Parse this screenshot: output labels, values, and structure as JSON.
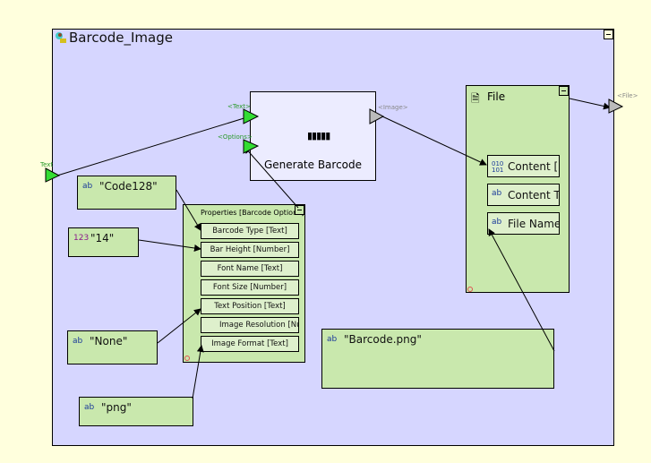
{
  "workflow": {
    "title": "Barcode_Image",
    "input_port": "Text",
    "output_port": "<File>"
  },
  "generate_node": {
    "label": "Generate Barcode",
    "icon": "barcode-icon",
    "inputs": [
      "<Text>",
      "<Options>"
    ],
    "output": "<Image>"
  },
  "properties_node": {
    "title": "Properties [Barcode Options]",
    "fields": [
      "Barcode Type [Text]",
      "Bar Height [Number]",
      "Font Name [Text]",
      "Font Size [Number]",
      "Text Position [Text]",
      "Image Resolution [Number]",
      "Image Format [Text]"
    ]
  },
  "file_node": {
    "title": "File",
    "fields": [
      {
        "icon": "binary-icon",
        "label": "Content [Binary]"
      },
      {
        "icon": "text-type-icon",
        "label": "Content Type"
      },
      {
        "icon": "text-type-icon",
        "label": "File Name"
      }
    ]
  },
  "literals": {
    "code128": "\"Code128\"",
    "fourteen": "\"14\"",
    "none": "\"None\"",
    "png": "\"png\"",
    "filename": "\"Barcode.png\""
  },
  "colors": {
    "canvas": "#d6d6ff",
    "background": "#ffffdd",
    "node_green": "#c9e8ad",
    "port_green": "#33dd33",
    "port_gray": "#bbbbbb"
  }
}
